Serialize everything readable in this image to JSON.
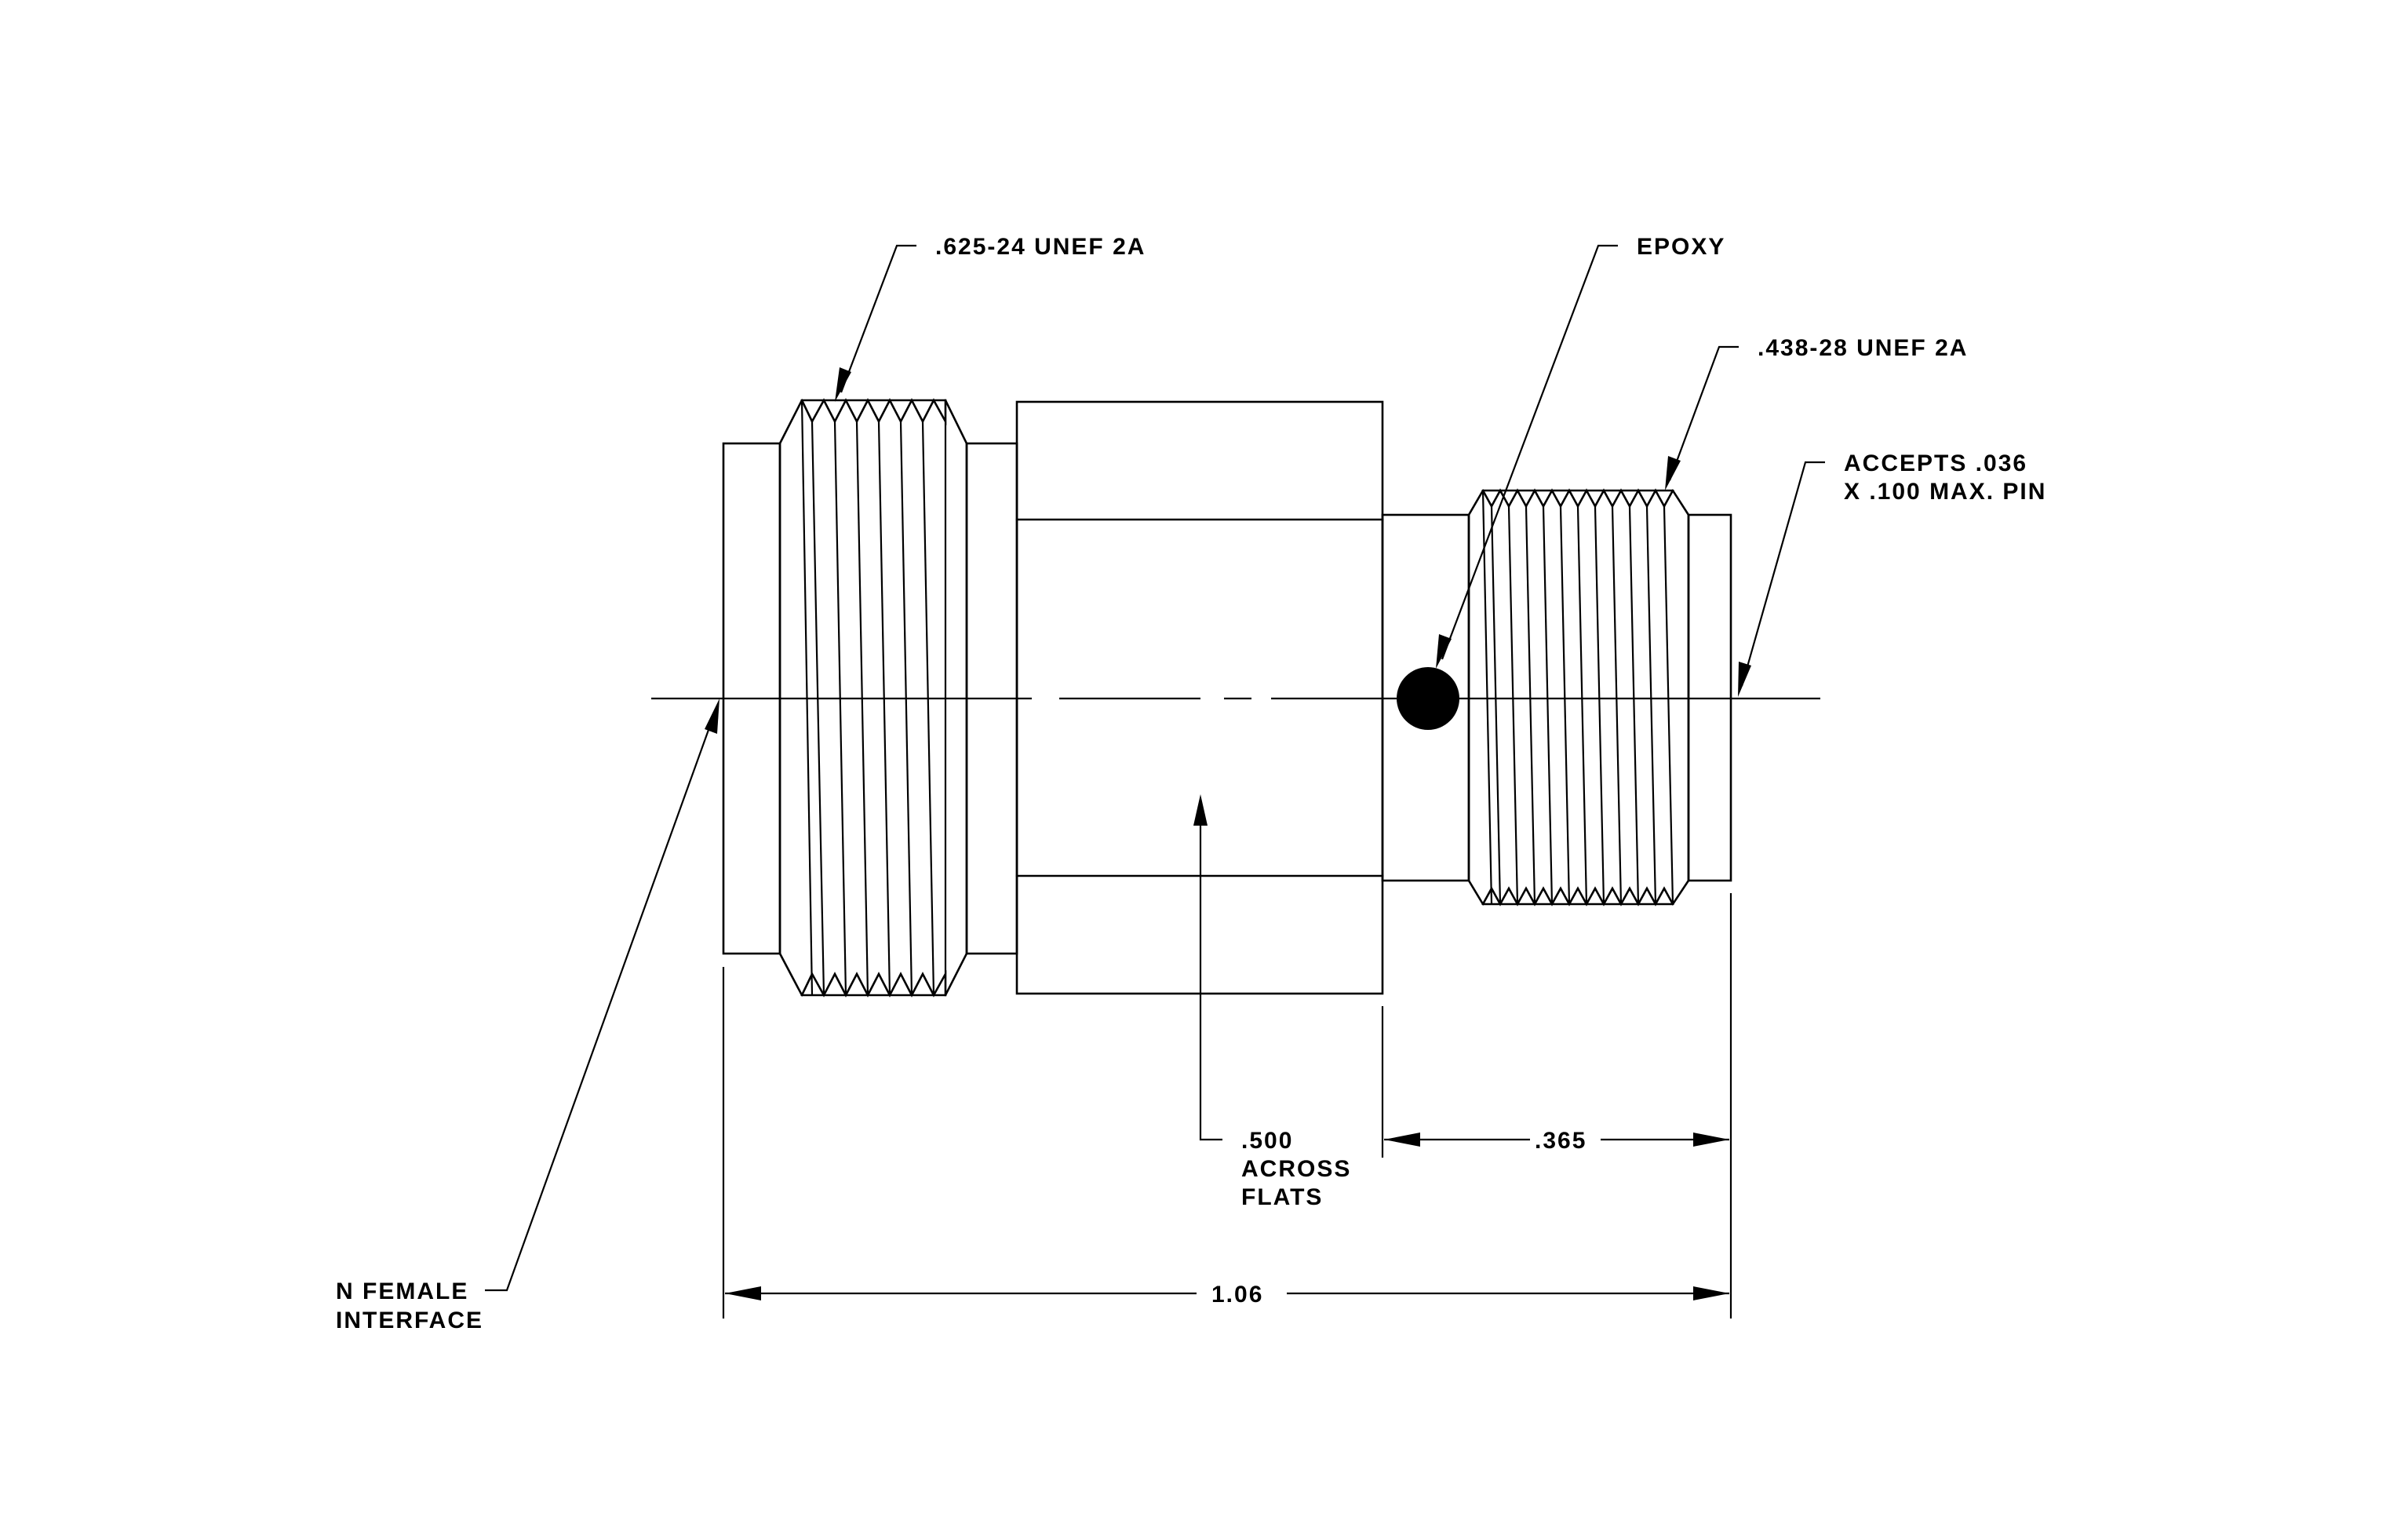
{
  "labels": {
    "thread_left": ".625-24 UNEF 2A",
    "epoxy": "EPOXY",
    "thread_right": ".438-28 UNEF 2A",
    "accepts_line1": "ACCEPTS .036",
    "accepts_line2": "X .100 MAX. PIN",
    "flats_line1": ".500",
    "flats_line2": "ACROSS",
    "flats_line3": "FLATS",
    "interface_line1": "N FEMALE",
    "interface_line2": "INTERFACE"
  },
  "dimensions": {
    "right_section": ".365",
    "overall_length": "1.06"
  }
}
